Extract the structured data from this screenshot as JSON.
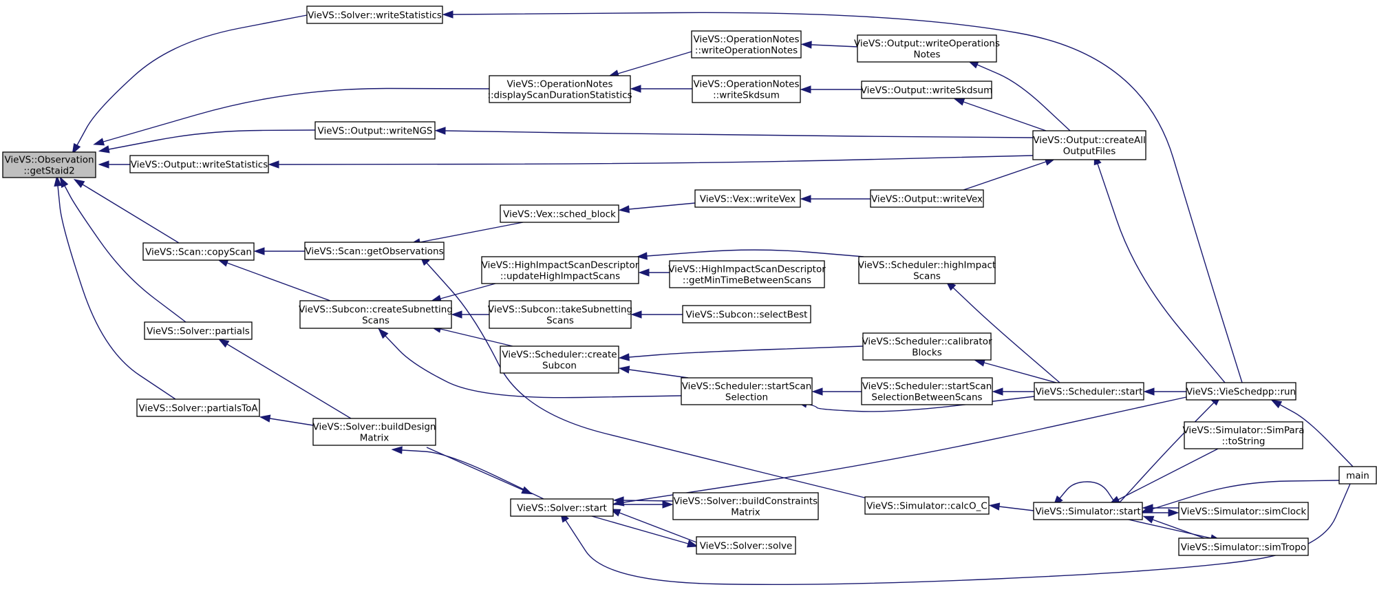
{
  "graph": {
    "type": "call-graph",
    "edge_color": "#191970",
    "root_fill": "#bfbfbf",
    "nodes": [
      {
        "id": "getStaid2",
        "lines": [
          "VieVS::Observation",
          "::getStaid2"
        ],
        "root": true
      },
      {
        "id": "solverWriteStatistics",
        "lines": [
          "VieVS::Solver::writeStatistics"
        ]
      },
      {
        "id": "displayScanDuration",
        "lines": [
          "VieVS::OperationNotes",
          "::displayScanDurationStatistics"
        ]
      },
      {
        "id": "outputWriteNGS",
        "lines": [
          "VieVS::Output::writeNGS"
        ]
      },
      {
        "id": "outputWriteStatistics",
        "lines": [
          "VieVS::Output::writeStatistics"
        ]
      },
      {
        "id": "scanCopyScan",
        "lines": [
          "VieVS::Scan::copyScan"
        ]
      },
      {
        "id": "solverPartials",
        "lines": [
          "VieVS::Solver::partials"
        ]
      },
      {
        "id": "solverPartialsToA",
        "lines": [
          "VieVS::Solver::partialsToA"
        ]
      },
      {
        "id": "opNotesWriteOperationNotes",
        "lines": [
          "VieVS::OperationNotes",
          "::writeOperationNotes"
        ]
      },
      {
        "id": "opNotesWriteSkdsum",
        "lines": [
          "VieVS::OperationNotes",
          "::writeSkdsum"
        ]
      },
      {
        "id": "outputWriteOperationsNotes",
        "lines": [
          "VieVS::Output::writeOperations",
          "Notes"
        ]
      },
      {
        "id": "outputWriteSkdsum",
        "lines": [
          "VieVS::Output::writeSkdsum"
        ]
      },
      {
        "id": "outputCreateAllOutputFiles",
        "lines": [
          "VieVS::Output::createAll",
          "OutputFiles"
        ]
      },
      {
        "id": "vexSchedBlock",
        "lines": [
          "VieVS::Vex::sched_block"
        ]
      },
      {
        "id": "vexWriteVex",
        "lines": [
          "VieVS::Vex::writeVex"
        ]
      },
      {
        "id": "outputWriteVex",
        "lines": [
          "VieVS::Output::writeVex"
        ]
      },
      {
        "id": "scanGetObservations",
        "lines": [
          "VieVS::Scan::getObservations"
        ]
      },
      {
        "id": "updateHighImpactScans",
        "lines": [
          "VieVS::HighImpactScanDescriptor",
          "::updateHighImpactScans"
        ]
      },
      {
        "id": "getMinTimeBetweenScans",
        "lines": [
          "VieVS::HighImpactScanDescriptor",
          "::getMinTimeBetweenScans"
        ]
      },
      {
        "id": "schedulerHighImpactScans",
        "lines": [
          "VieVS::Scheduler::highImpact",
          "Scans"
        ]
      },
      {
        "id": "subconCreateSubnettingScans",
        "lines": [
          "VieVS::Subcon::createSubnetting",
          "Scans"
        ]
      },
      {
        "id": "subconTakeSubnettingScans",
        "lines": [
          "VieVS::Subcon::takeSubnetting",
          "Scans"
        ]
      },
      {
        "id": "subconSelectBest",
        "lines": [
          "VieVS::Subcon::selectBest"
        ]
      },
      {
        "id": "schedulerCreateSubcon",
        "lines": [
          "VieVS::Scheduler::create",
          "Subcon"
        ]
      },
      {
        "id": "schedulerCalibratorBlocks",
        "lines": [
          "VieVS::Scheduler::calibrator",
          "Blocks"
        ]
      },
      {
        "id": "schedulerStartScanSelection",
        "lines": [
          "VieVS::Scheduler::startScan",
          "Selection"
        ]
      },
      {
        "id": "schedulerStartScanSelectionBetween",
        "lines": [
          "VieVS::Scheduler::startScan",
          "SelectionBetweenScans"
        ]
      },
      {
        "id": "schedulerStart",
        "lines": [
          "VieVS::Scheduler::start"
        ]
      },
      {
        "id": "vieSchedppRun",
        "lines": [
          "VieVS::VieSchedpp::run"
        ]
      },
      {
        "id": "solverBuildDesignMatrix",
        "lines": [
          "VieVS::Solver::buildDesign",
          "Matrix"
        ]
      },
      {
        "id": "solverStart",
        "lines": [
          "VieVS::Solver::start"
        ]
      },
      {
        "id": "solverBuildConstraintsMatrix",
        "lines": [
          "VieVS::Solver::buildConstraints",
          "Matrix"
        ]
      },
      {
        "id": "solverSolve",
        "lines": [
          "VieVS::Solver::solve"
        ]
      },
      {
        "id": "simulatorCalcOC",
        "lines": [
          "VieVS::Simulator::calcO_C"
        ]
      },
      {
        "id": "simulatorStart",
        "lines": [
          "VieVS::Simulator::start"
        ]
      },
      {
        "id": "simParaToString",
        "lines": [
          "VieVS::Simulator::SimPara",
          "::toString"
        ]
      },
      {
        "id": "main",
        "lines": [
          "main"
        ]
      },
      {
        "id": "simulatorSimClock",
        "lines": [
          "VieVS::Simulator::simClock"
        ]
      },
      {
        "id": "simulatorSimTropo",
        "lines": [
          "VieVS::Simulator::simTropo"
        ]
      }
    ],
    "edges": [
      {
        "from": "solverWriteStatistics",
        "to": "getStaid2"
      },
      {
        "from": "displayScanDuration",
        "to": "getStaid2"
      },
      {
        "from": "outputWriteNGS",
        "to": "getStaid2"
      },
      {
        "from": "outputWriteStatistics",
        "to": "getStaid2"
      },
      {
        "from": "scanCopyScan",
        "to": "getStaid2"
      },
      {
        "from": "solverPartials",
        "to": "getStaid2"
      },
      {
        "from": "solverPartialsToA",
        "to": "getStaid2"
      },
      {
        "from": "vieSchedppRun",
        "to": "solverWriteStatistics"
      },
      {
        "from": "opNotesWriteOperationNotes",
        "to": "displayScanDuration"
      },
      {
        "from": "opNotesWriteSkdsum",
        "to": "displayScanDuration"
      },
      {
        "from": "outputWriteOperationsNotes",
        "to": "opNotesWriteOperationNotes"
      },
      {
        "from": "outputWriteSkdsum",
        "to": "opNotesWriteSkdsum"
      },
      {
        "from": "outputCreateAllOutputFiles",
        "to": "outputWriteOperationsNotes"
      },
      {
        "from": "outputCreateAllOutputFiles",
        "to": "outputWriteSkdsum"
      },
      {
        "from": "outputCreateAllOutputFiles",
        "to": "outputWriteNGS"
      },
      {
        "from": "outputCreateAllOutputFiles",
        "to": "outputWriteStatistics"
      },
      {
        "from": "outputWriteVex",
        "to": "outputCreateAllOutputFiles"
      },
      {
        "from": "vieSchedppRun",
        "to": "outputCreateAllOutputFiles"
      },
      {
        "from": "vexWriteVex",
        "to": "vexSchedBlock"
      },
      {
        "from": "outputWriteVex",
        "to": "vexWriteVex"
      },
      {
        "from": "vexSchedBlock",
        "to": "scanGetObservations"
      },
      {
        "from": "scanGetObservations",
        "to": "scanCopyScan"
      },
      {
        "from": "subconCreateSubnettingScans",
        "to": "scanCopyScan"
      },
      {
        "from": "simulatorCalcOC",
        "to": "scanGetObservations"
      },
      {
        "from": "updateHighImpactScans",
        "to": "subconCreateSubnettingScans"
      },
      {
        "from": "subconTakeSubnettingScans",
        "to": "subconCreateSubnettingScans"
      },
      {
        "from": "schedulerCreateSubcon",
        "to": "subconCreateSubnettingScans"
      },
      {
        "from": "schedulerStartScanSelection",
        "to": "subconCreateSubnettingScans"
      },
      {
        "from": "getMinTimeBetweenScans",
        "to": "updateHighImpactScans"
      },
      {
        "from": "schedulerHighImpactScans",
        "to": "updateHighImpactScans"
      },
      {
        "from": "subconSelectBest",
        "to": "subconTakeSubnettingScans"
      },
      {
        "from": "schedulerCalibratorBlocks",
        "to": "schedulerCreateSubcon"
      },
      {
        "from": "schedulerStartScanSelection",
        "to": "schedulerCreateSubcon"
      },
      {
        "from": "schedulerStartScanSelectionBetween",
        "to": "schedulerStartScanSelection"
      },
      {
        "from": "schedulerStart",
        "to": "schedulerStartScanSelection"
      },
      {
        "from": "schedulerStart",
        "to": "schedulerHighImpactScans"
      },
      {
        "from": "schedulerStart",
        "to": "schedulerCalibratorBlocks"
      },
      {
        "from": "schedulerStart",
        "to": "schedulerStartScanSelectionBetween"
      },
      {
        "from": "vieSchedppRun",
        "to": "schedulerStart"
      },
      {
        "from": "solverBuildDesignMatrix",
        "to": "solverPartials"
      },
      {
        "from": "solverBuildDesignMatrix",
        "to": "solverPartialsToA"
      },
      {
        "from": "solverStart",
        "to": "solverBuildDesignMatrix"
      },
      {
        "from": "solverBuildDesignMatrix",
        "to": "solverStart"
      },
      {
        "from": "solverBuildConstraintsMatrix",
        "to": "solverStart"
      },
      {
        "from": "solverStart",
        "to": "solverBuildConstraintsMatrix"
      },
      {
        "from": "solverSolve",
        "to": "solverStart"
      },
      {
        "from": "solverStart",
        "to": "solverSolve"
      },
      {
        "from": "vieSchedppRun",
        "to": "solverStart"
      },
      {
        "from": "main",
        "to": "solverStart"
      },
      {
        "from": "simulatorStart",
        "to": "simulatorCalcOC"
      },
      {
        "from": "simulatorStart",
        "to": "vieSchedppRun"
      },
      {
        "from": "main",
        "to": "vieSchedppRun"
      },
      {
        "from": "simParaToString",
        "to": "simulatorStart"
      },
      {
        "from": "main",
        "to": "simulatorStart"
      },
      {
        "from": "simulatorSimClock",
        "to": "simulatorStart"
      },
      {
        "from": "simulatorStart",
        "to": "simulatorSimClock"
      },
      {
        "from": "simulatorSimTropo",
        "to": "simulatorStart"
      },
      {
        "from": "simulatorStart",
        "to": "simulatorSimTropo"
      },
      {
        "from": "simulatorStart",
        "to": "simulatorStart"
      }
    ]
  }
}
